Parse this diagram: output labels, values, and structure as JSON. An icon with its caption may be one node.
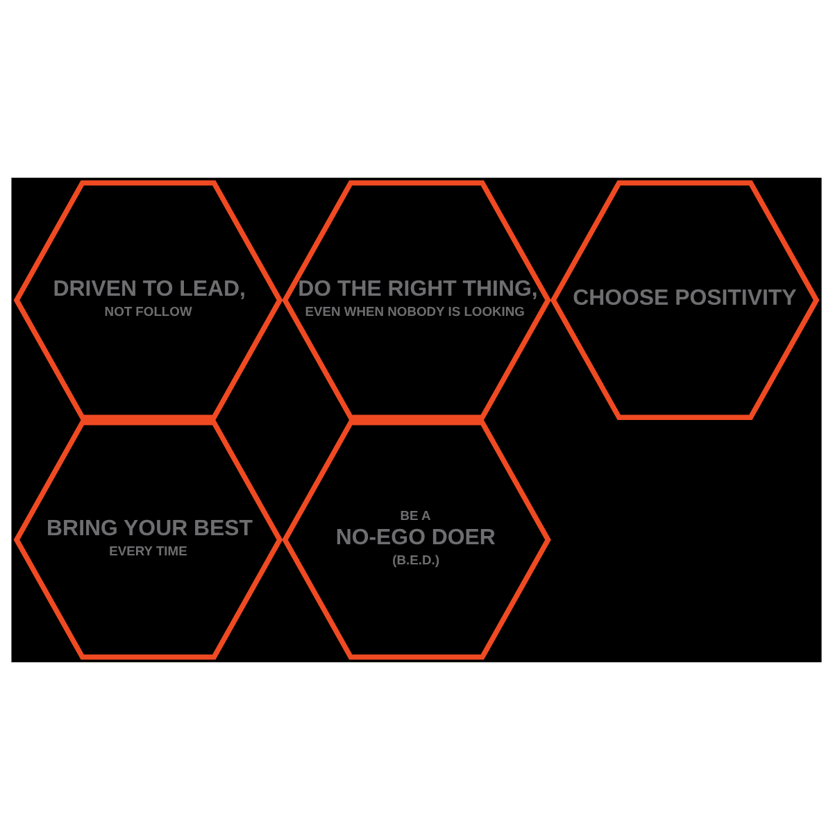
{
  "diagram": {
    "nodes": [
      {
        "text": [
          "DRIVEN TO LEAD,",
          "NOT FOLLOW"
        ]
      },
      {
        "text": [
          "BRING YOUR BEST",
          "EVERY TIME"
        ]
      },
      {
        "text": [
          "DO THE RIGHT THING,",
          "EVEN WHEN NOBODY IS LOOKING"
        ]
      },
      {
        "text": [
          "BE A",
          "NO-EGO DOER",
          "(B.E.D.)"
        ]
      },
      {
        "text": [
          "CHOOSE POSITIVITY"
        ]
      }
    ]
  }
}
